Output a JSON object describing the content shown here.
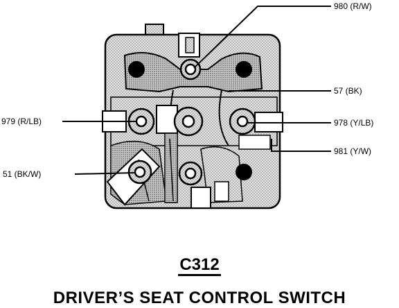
{
  "connector": {
    "id": "C312",
    "name": "DRIVER’S SEAT CONTROL SWITCH"
  },
  "callouts": [
    {
      "key": "980",
      "label": "980 (R/W)"
    },
    {
      "key": "57",
      "label": "57 (BK)"
    },
    {
      "key": "979",
      "label": "979 (R/LB)"
    },
    {
      "key": "978",
      "label": "978 (Y/LB)"
    },
    {
      "key": "981",
      "label": "981 (Y/W)"
    },
    {
      "key": "51",
      "label": "51 (BK/W)"
    }
  ]
}
